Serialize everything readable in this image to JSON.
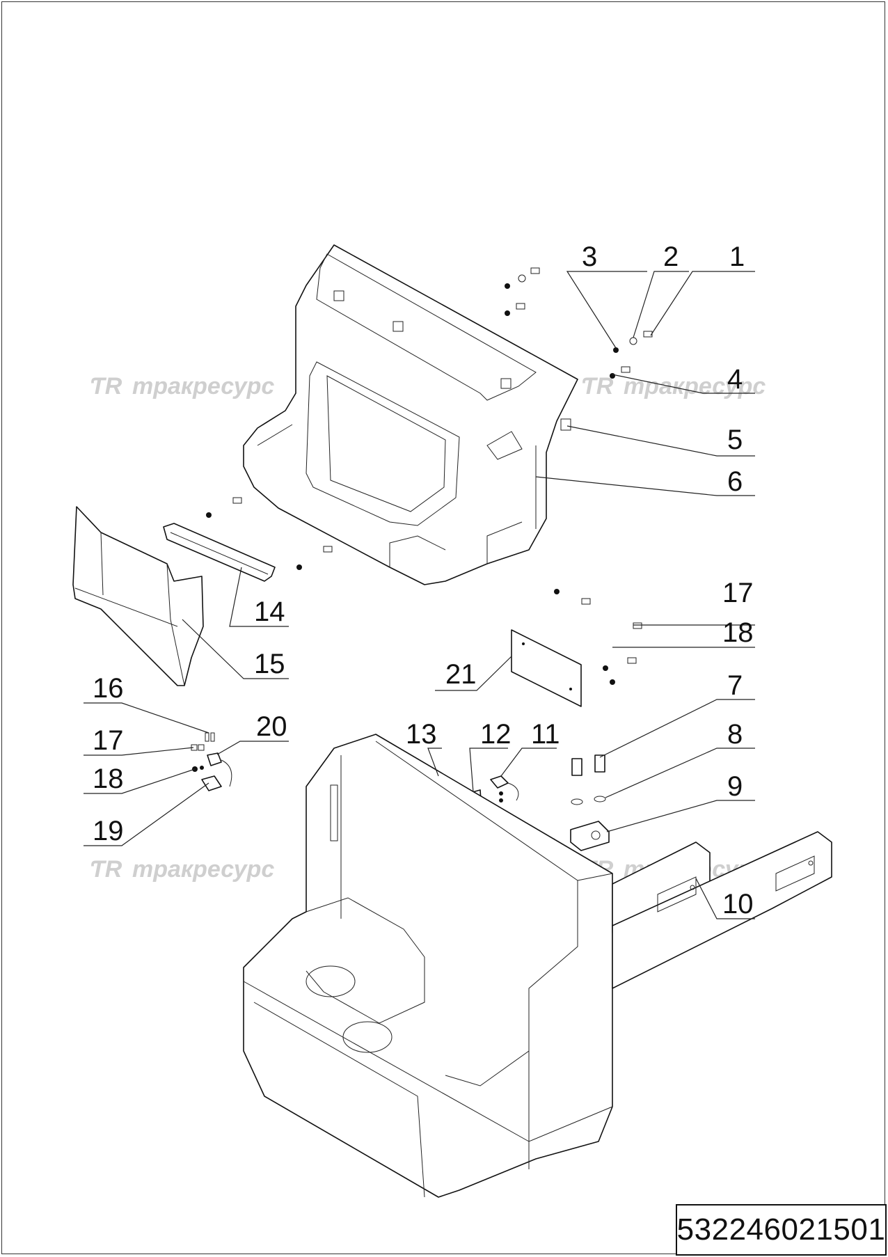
{
  "watermark": {
    "text": "тракресурс",
    "logo": "TR-logo",
    "color": "#cfcfcf"
  },
  "callouts": [
    "1",
    "2",
    "3",
    "4",
    "5",
    "6",
    "7",
    "8",
    "9",
    "10",
    "11",
    "12",
    "13",
    "14",
    "15",
    "16",
    "17",
    "17",
    "18",
    "18",
    "19",
    "20",
    "21"
  ],
  "document_number": "532246021501",
  "colors": {
    "line": "#111111",
    "background": "#ffffff"
  }
}
